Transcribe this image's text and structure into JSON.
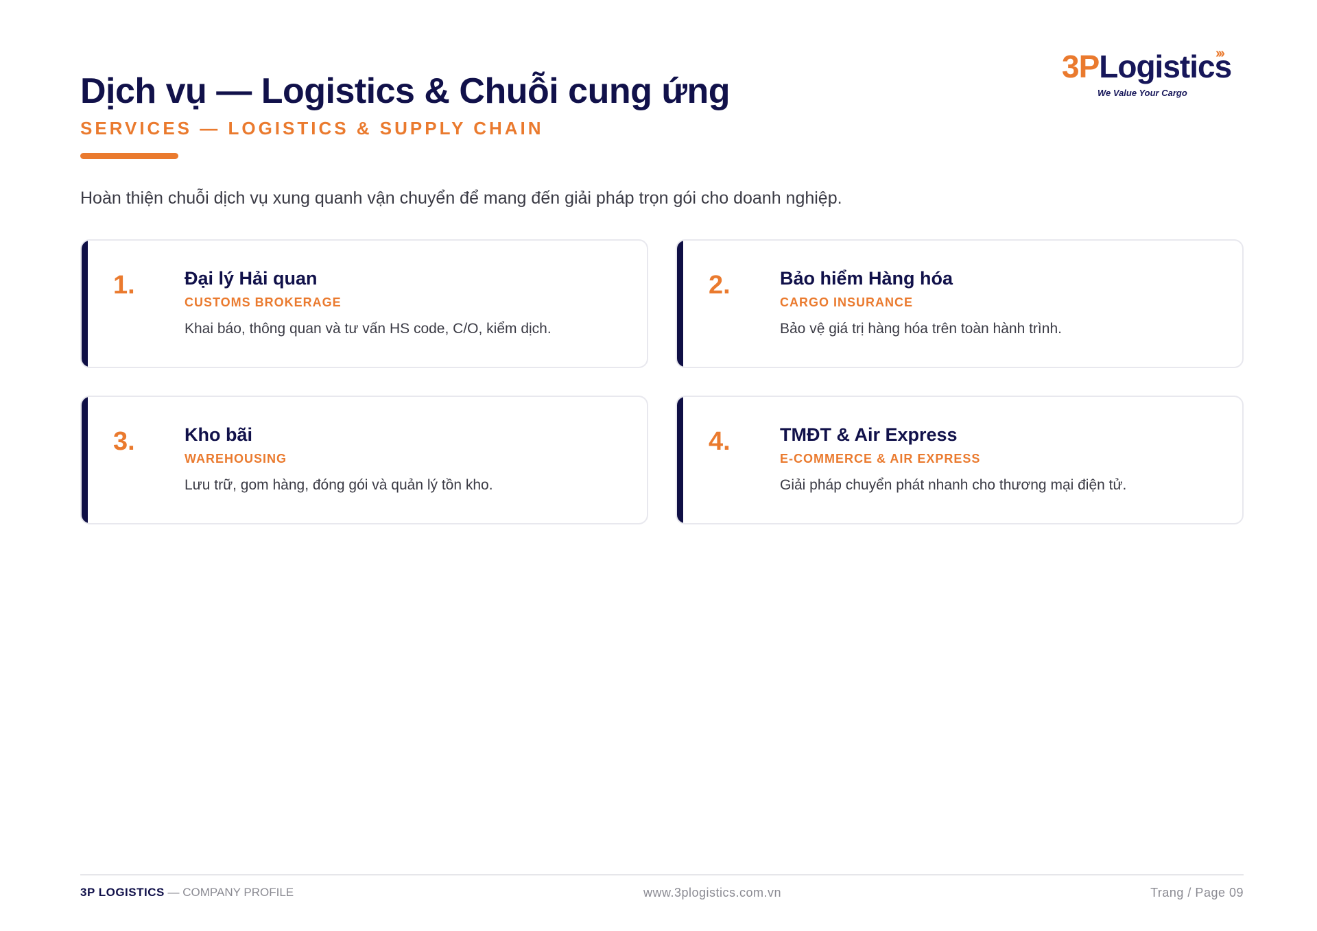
{
  "header": {
    "title": "Dịch vụ — Logistics & Chuỗi cung ứng",
    "subtitle": "SERVICES — LOGISTICS & SUPPLY CHAIN"
  },
  "logo": {
    "prefix": "3P",
    "name": "Logistics",
    "arrows": "›››",
    "tagline": "We Value Your Cargo"
  },
  "intro": "Hoàn thiện chuỗi dịch vụ xung quanh vận chuyển để mang đến giải pháp trọn gói cho doanh nghiệp.",
  "services": [
    {
      "number": "1.",
      "title": "Đại lý Hải quan",
      "subtitle": "CUSTOMS BROKERAGE",
      "description": "Khai báo, thông quan và tư vấn HS code, C/O, kiểm dịch."
    },
    {
      "number": "2.",
      "title": "Bảo hiểm Hàng hóa",
      "subtitle": "CARGO INSURANCE",
      "description": "Bảo vệ giá trị hàng hóa trên toàn hành trình."
    },
    {
      "number": "3.",
      "title": "Kho bãi",
      "subtitle": "WAREHOUSING",
      "description": "Lưu trữ, gom hàng, đóng gói và quản lý tồn kho."
    },
    {
      "number": "4.",
      "title": "TMĐT & Air Express",
      "subtitle": "E-COMMERCE & AIR EXPRESS",
      "description": "Giải pháp chuyển phát nhanh cho thương mại điện tử."
    }
  ],
  "footer": {
    "brand": "3P LOGISTICS",
    "doc_label": " — COMPANY PROFILE",
    "website": "www.3plogistics.com.vn",
    "page_label": "Trang / Page 09"
  },
  "colors": {
    "navy": "#11114a",
    "accent": "#ea7a2e",
    "text": "#3a3a44",
    "muted": "#8a8a92"
  }
}
